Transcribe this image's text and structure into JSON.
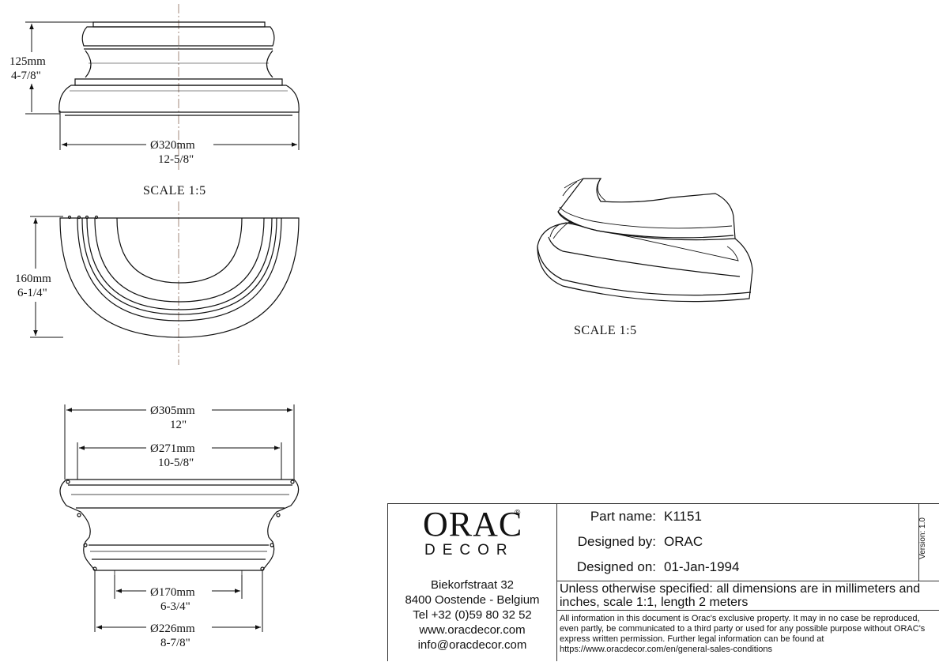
{
  "drawing": {
    "top_view": {
      "height_mm": "125mm",
      "height_in": "4-7/8\"",
      "diameter_mm": "Ø320mm",
      "diameter_in": "12-5/8\""
    },
    "scale_label_left": "SCALE  1:5",
    "plan_view": {
      "depth_mm": "160mm",
      "depth_in": "6-1/4\""
    },
    "section_view": {
      "d1_mm": "Ø305mm",
      "d1_in": "12\"",
      "d2_mm": "Ø271mm",
      "d2_in": "10-5/8\"",
      "d3_mm": "Ø170mm",
      "d3_in": "6-3/4\"",
      "d4_mm": "Ø226mm",
      "d4_in": "8-7/8\""
    },
    "scale_label_iso": "SCALE  1:5"
  },
  "title_block": {
    "logo_main": "ORAC",
    "logo_reg": "®",
    "logo_sub": "DECOR",
    "address": [
      "Biekorfstraat 32",
      "8400 Oostende - Belgium",
      "Tel  +32 (0)59 80 32 52",
      "www.oracdecor.com",
      "info@oracdecor.com"
    ],
    "part_name_label": "Part name:",
    "part_name_value": "K1151",
    "designed_by_label": "Designed by:",
    "designed_by_value": "ORAC",
    "designed_on_label": "Designed on:",
    "designed_on_value": "01-Jan-1994",
    "version": "Version: 1.0",
    "units_note": "Unless otherwise specified: all dimensions are in millimeters and inches, scale 1:1, length 2 meters",
    "legal_note": "All information in this document is Orac's exclusive property.  It may in no case be reproduced, even partly, be communicated to a third party or used for any possible purpose without ORAC's express written permission. Further legal information can be found at https://www.oracdecor.com/en/general-sales-conditions"
  }
}
